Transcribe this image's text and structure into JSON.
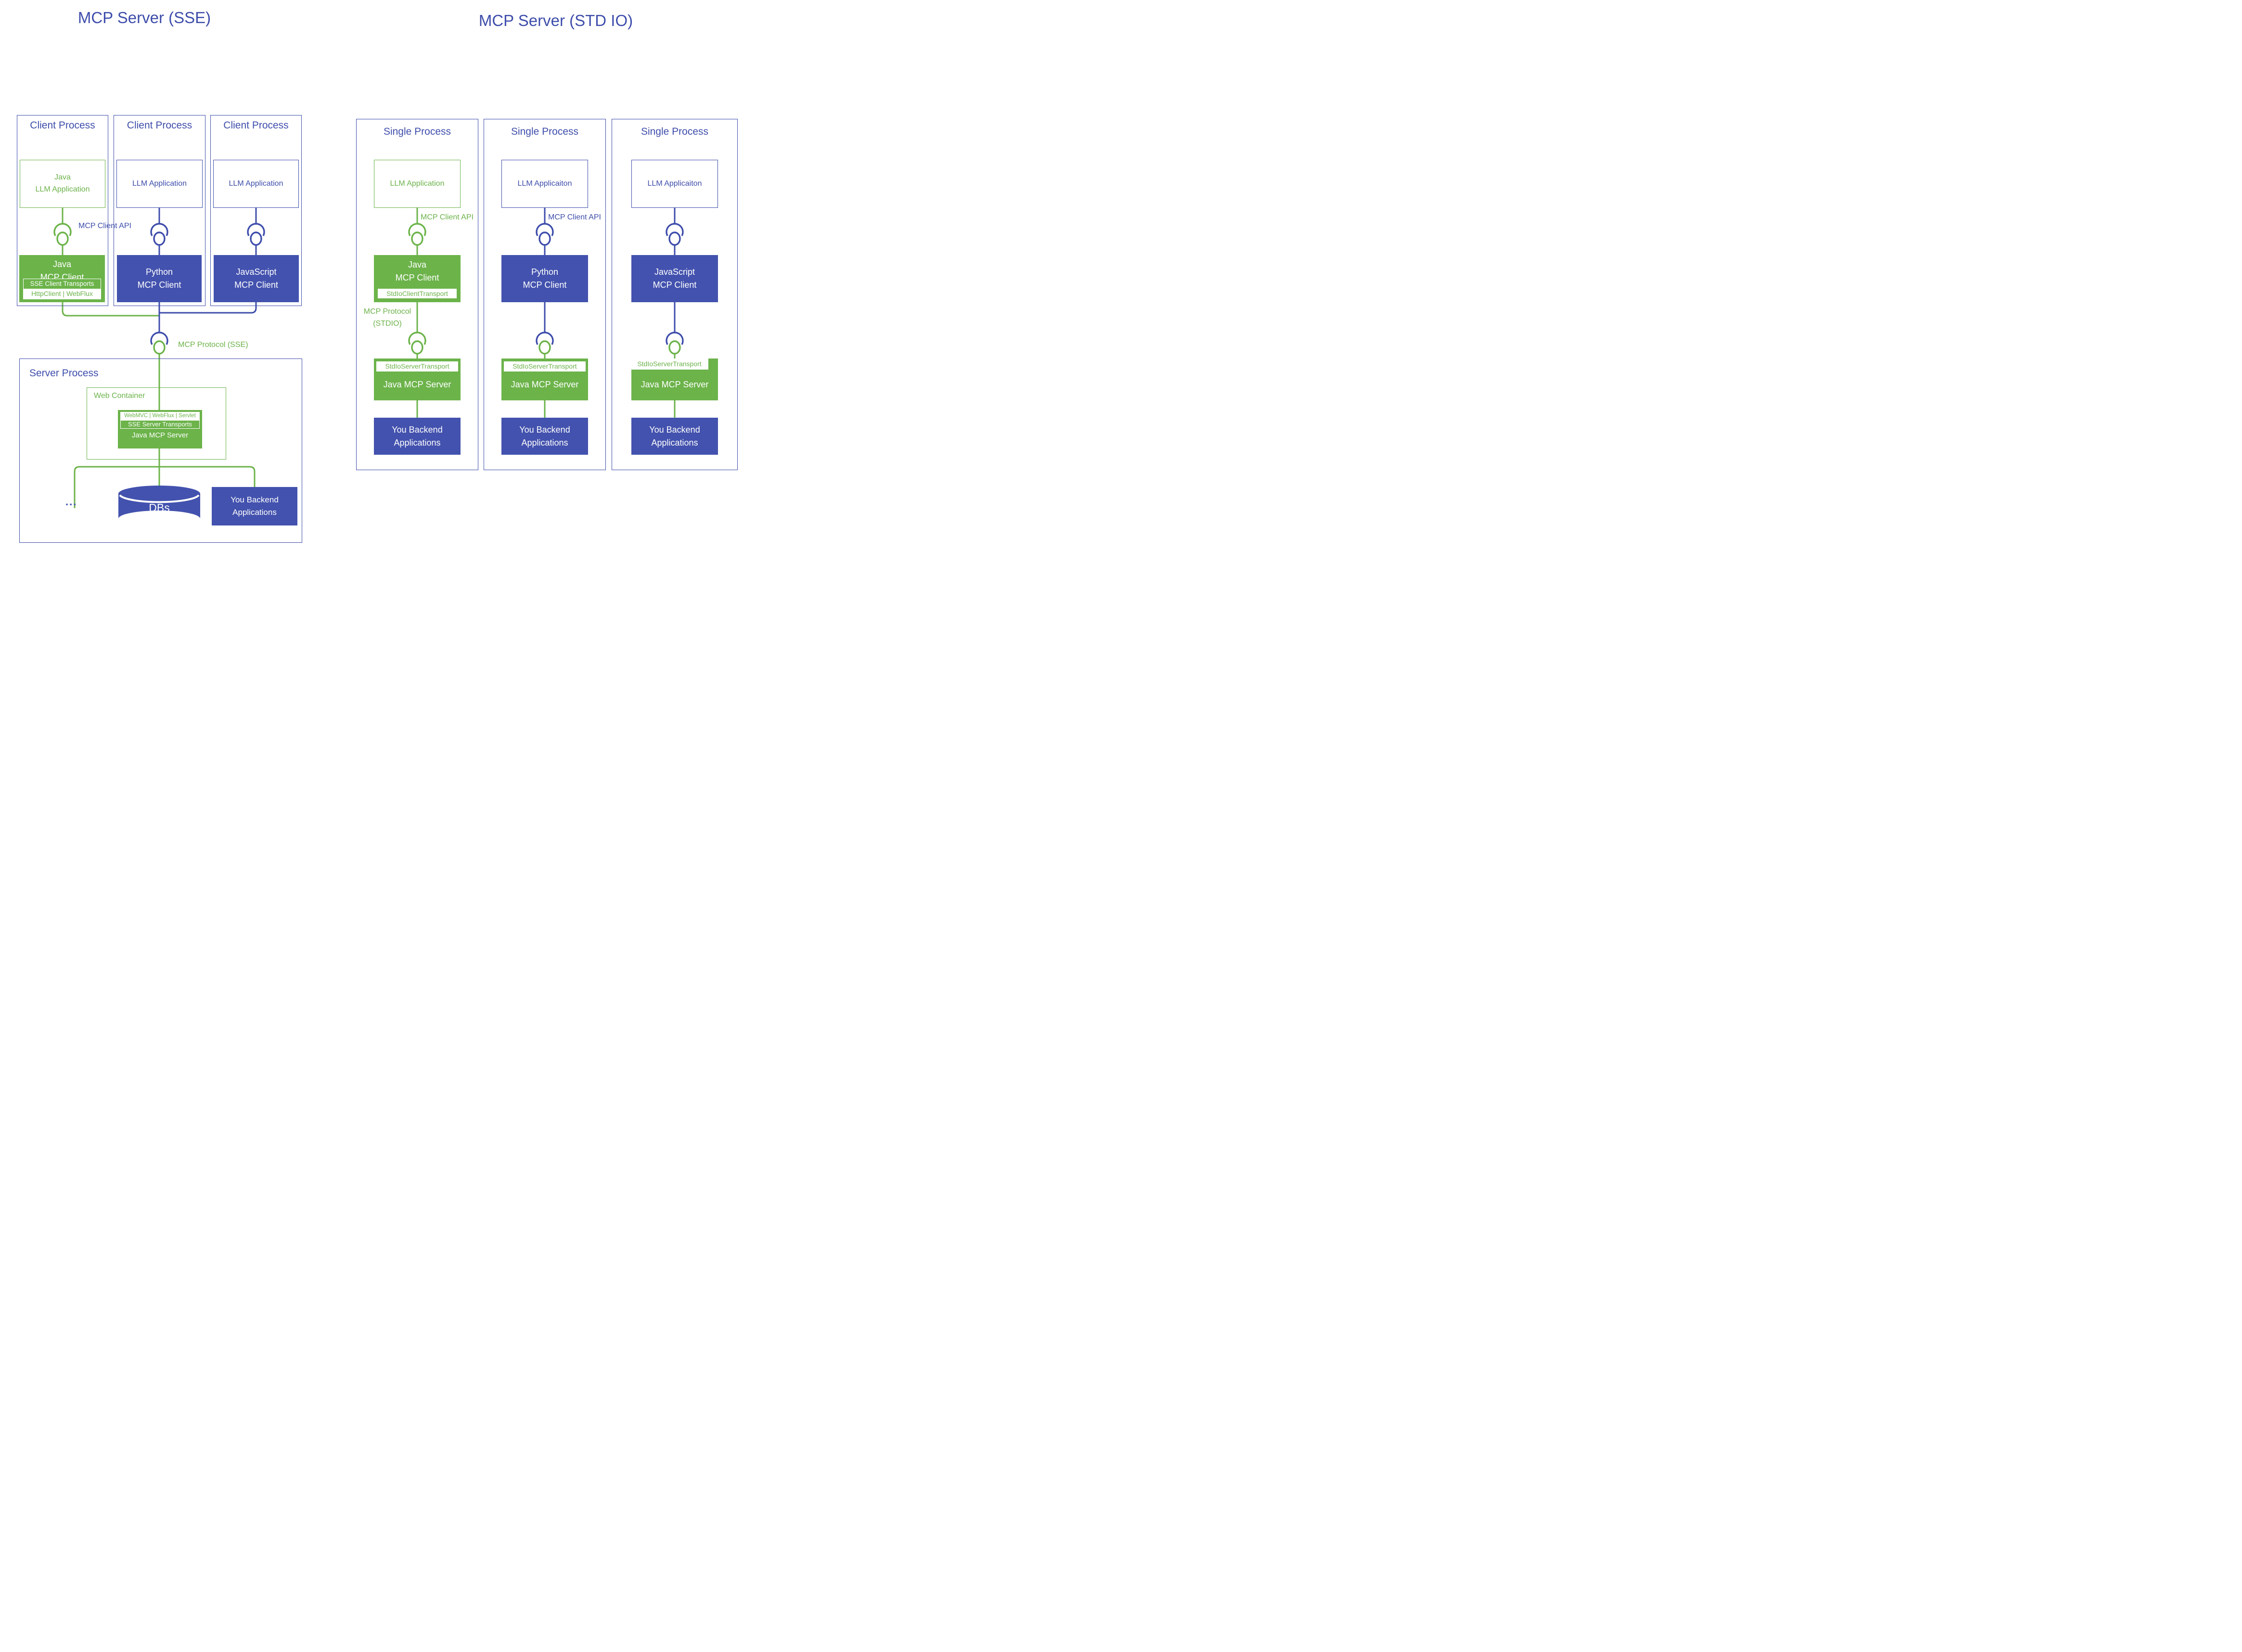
{
  "colors": {
    "green": "#6CB34A",
    "blue": "#3E4DAB",
    "blueFill": "#4352AE"
  },
  "sse": {
    "title": "MCP Server (SSE)",
    "clients": [
      {
        "header": "Client Process",
        "app_l1": "Java",
        "app_l2": "LLM Application",
        "name_l1": "Java",
        "name_l2": "MCP Client",
        "transport_title": "SSE Client Transports",
        "transport_options": "HttpClient | WebFlux"
      },
      {
        "header": "Client Process",
        "app": "LLM Application",
        "name_l1": "Python",
        "name_l2": "MCP Client"
      },
      {
        "header": "Client Process",
        "app": "LLM Application",
        "name_l1": "JavaScript",
        "name_l2": "MCP Client"
      }
    ],
    "client_api_label": "MCP Client API",
    "protocol_label": "MCP Protocol (SSE)",
    "server": {
      "header": "Server Process",
      "web_container_label": "Web Container",
      "server_transport_options": "WebMVC | WebFlux | Servlet",
      "server_transport_title": "SSE Server Transports",
      "server_name": "Java MCP Server",
      "ellipsis": "...",
      "db_label": "DBs",
      "backend_l1": "You Backend",
      "backend_l2": "Applications"
    }
  },
  "stdio": {
    "title": "MCP Server (STD IO)",
    "columns": [
      {
        "header": "Single Process",
        "app": "LLM Application",
        "api_label": "MCP Client API",
        "client_l1": "Java",
        "client_l2": "MCP Client",
        "client_transport": "StdIoClientTransport",
        "protocol_l1": "MCP Protocol",
        "protocol_l2": "(STDIO)",
        "server_transport": "StdIoServerTransport",
        "server_name": "Java MCP Server",
        "backend_l1": "You Backend",
        "backend_l2": "Applications"
      },
      {
        "header": "Single Process",
        "app": "LLM Applicaiton",
        "api_label": "MCP Client API",
        "client_l1": "Python",
        "client_l2": "MCP Client",
        "server_transport": "StdIoServerTransport",
        "server_name": "Java MCP Server",
        "backend_l1": "You Backend",
        "backend_l2": "Applications"
      },
      {
        "header": "Single Process",
        "app": "LLM Applicaiton",
        "client_l1": "JavaScript",
        "client_l2": "MCP Client",
        "server_transport": "StdIoServerTransport",
        "server_name": "Java MCP Server",
        "backend_l1": "You Backend",
        "backend_l2": "Applications"
      }
    ]
  }
}
